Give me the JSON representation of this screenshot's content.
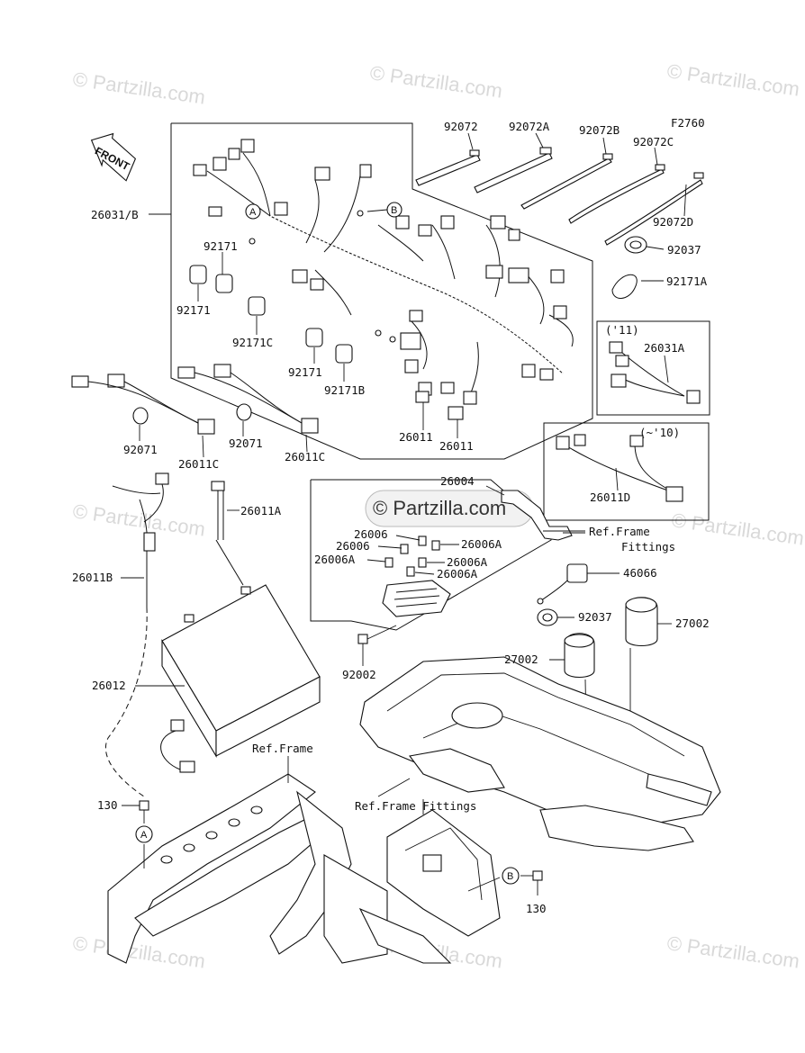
{
  "figure_code": "F2760",
  "front_label": "FRONT",
  "watermarks": [
    "© Partzilla.com",
    "© Partzilla.com",
    "© Partzilla.com",
    "© Partzilla.com",
    "© Partzilla.com",
    "© Partzilla.com",
    "© Partzilla.com",
    "© Partzilla.com"
  ],
  "center_watermark": "© Partzilla.com",
  "labels": {
    "p92072": "92072",
    "p92072A": "92072A",
    "p92072B": "92072B",
    "p92072C": "92072C",
    "p92072D": "92072D",
    "p26031B": "26031/B",
    "p92171_a": "92171",
    "p92171_b": "92171",
    "p92171_c": "92171",
    "p92171C": "92171C",
    "p92171B": "92171B",
    "p92037_a": "92037",
    "p92171A": "92171A",
    "p11": "('11)",
    "p26031A": "26031A",
    "p10": "(~'10)",
    "p26011D": "26011D",
    "p26011_a": "26011",
    "p26011_b": "26011",
    "p92071_a": "92071",
    "p92071_b": "92071",
    "p26011C_a": "26011C",
    "p26011C_b": "26011C",
    "p26004": "26004",
    "p26006_a": "26006",
    "p26006_b": "26006",
    "p26006A_a": "26006A",
    "p26006A_b": "26006A",
    "p26006A_c": "26006A",
    "p26006A_d": "26006A",
    "refFrameFittings_a": "Ref.Frame",
    "refFrameFittings_b": "Fittings",
    "p26011A": "26011A",
    "p26011B": "26011B",
    "p46066": "46066",
    "p92037_b": "92037",
    "p27002_a": "27002",
    "p27002_b": "27002",
    "p92002": "92002",
    "p26012": "26012",
    "refFrame": "Ref.Frame",
    "refFrameFittings2": "Ref.Frame Fittings",
    "p130_a": "130",
    "p130_b": "130",
    "circleA_1": "A",
    "circleB_1": "B",
    "circleA_2": "A",
    "circleB_2": "B"
  }
}
